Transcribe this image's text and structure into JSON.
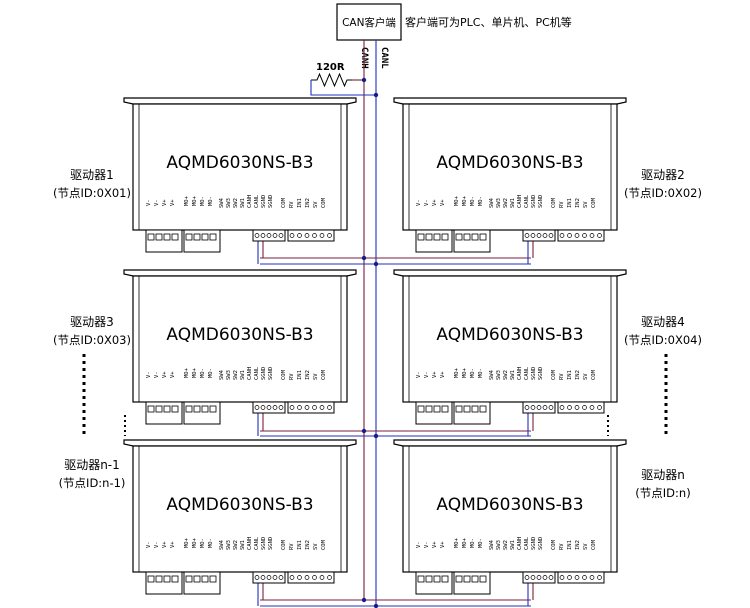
{
  "client": {
    "label": "CAN客户端",
    "note": "客户端可为PLC、单片机、PC机等",
    "canh": "CANH",
    "canl": "CANL"
  },
  "resistor": {
    "label": "120R"
  },
  "colors": {
    "canh": "#7a1f3d",
    "canl": "#2030c0",
    "outline": "#000000"
  },
  "drivers": [
    {
      "model": "AQMD6030NS-B3",
      "name": "驱动器1",
      "node": "(节点ID:0X01)"
    },
    {
      "model": "AQMD6030NS-B3",
      "name": "驱动器2",
      "node": "(节点ID:0X02)"
    },
    {
      "model": "AQMD6030NS-B3",
      "name": "驱动器3",
      "node": "(节点ID:0X03)"
    },
    {
      "model": "AQMD6030NS-B3",
      "name": "驱动器4",
      "node": "(节点ID:0X04)"
    },
    {
      "model": "AQMD6030NS-B3",
      "name": "驱动器n-1",
      "node": "(节点ID:n-1)"
    },
    {
      "model": "AQMD6030NS-B3",
      "name": "驱动器n",
      "node": "(节点ID:n)"
    }
  ],
  "pins": {
    "left": [
      "V-",
      "V-",
      "V+",
      "V+",
      "MO+",
      "MO+",
      "MO-",
      "MO-"
    ],
    "mid": [
      "SW4",
      "SW3",
      "SW2",
      "SW1",
      "CANH",
      "CANL",
      "SGND",
      "SGND"
    ],
    "right": [
      "COM",
      "RV",
      "IN1",
      "IN2",
      "SV",
      "COM"
    ]
  }
}
